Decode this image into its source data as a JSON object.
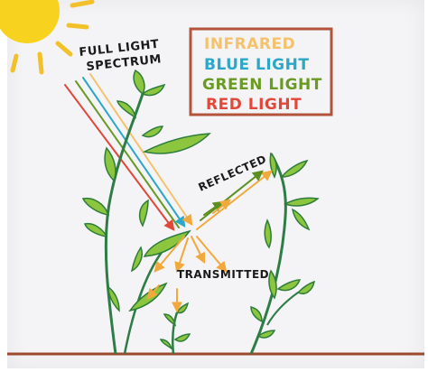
{
  "labels": {
    "full_light_line1": "FULL LIGHT",
    "full_light_line2": "SPECTRUM",
    "reflected": "REFLECTED",
    "transmitted": "TRANSMITTED"
  },
  "legend": [
    {
      "text": "INFRARED",
      "color": "#f5c26b"
    },
    {
      "text": "BLUE LIGHT",
      "color": "#2aa7c9"
    },
    {
      "text": "GREEN LIGHT",
      "color": "#6b9a24"
    },
    {
      "text": "RED LIGHT",
      "color": "#e2483a"
    }
  ],
  "colors": {
    "sun": "#f7d21e",
    "sun_rays": "#f2c12a",
    "legend_border": "#b2533a",
    "plant_stem": "#2f7d46",
    "leaf_fill": "#8cc63f",
    "leaf_outline": "#2e7d3c",
    "ground": "#9c4a2e",
    "ink": "#1a1a1a",
    "orange_arrow": "#f2a93b"
  }
}
